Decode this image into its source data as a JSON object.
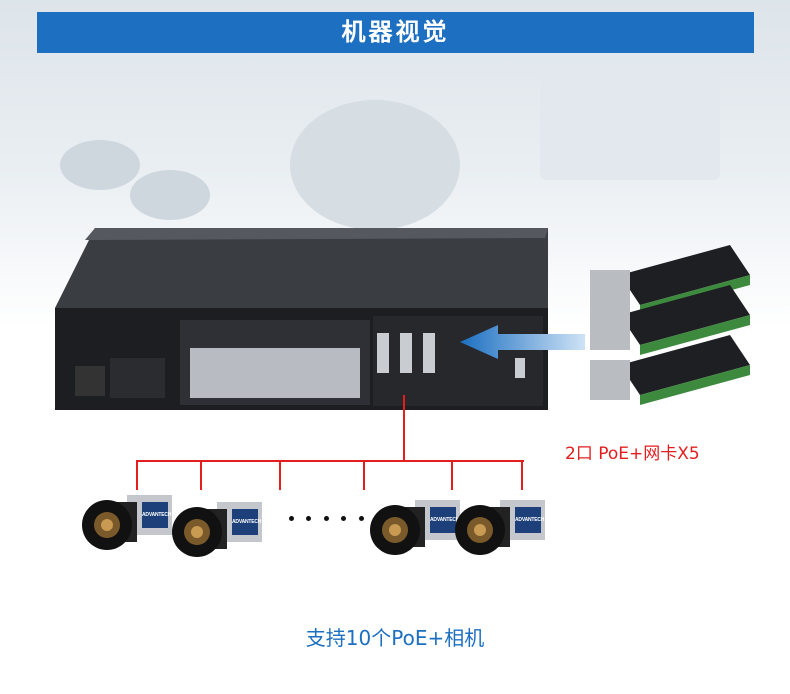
{
  "banner": {
    "title": "机器视觉"
  },
  "nic_label": "2口 PoE+网卡X5",
  "footer": "支持10个PoE+相机",
  "camera_brand": "ADVANTECH",
  "colors": {
    "banner": "#1c6fc1",
    "connector": "#e41e1e",
    "footer": "#1c6fc1"
  }
}
